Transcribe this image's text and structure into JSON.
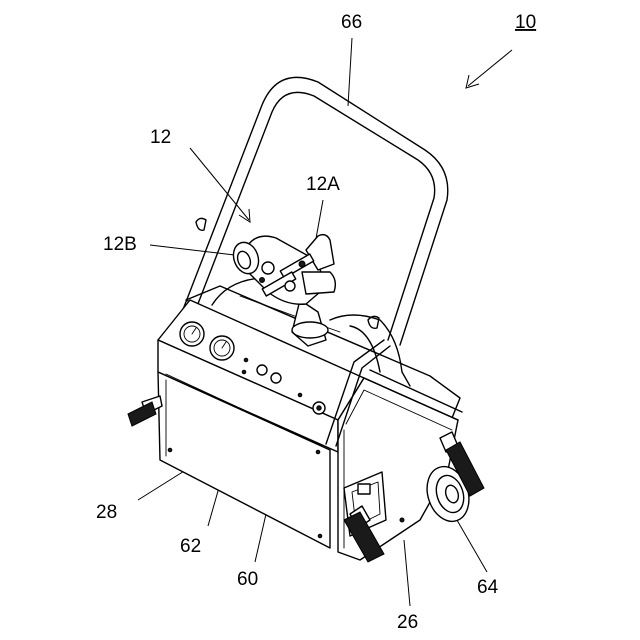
{
  "figure": {
    "labels": {
      "assembly": "10",
      "frame": "66",
      "nozzle": "12",
      "nozzle_a": "12A",
      "nozzle_b": "12B",
      "side_panel": "28",
      "gauge_panel": "62",
      "control_panel": "60",
      "wheel": "64",
      "base": "26"
    }
  }
}
